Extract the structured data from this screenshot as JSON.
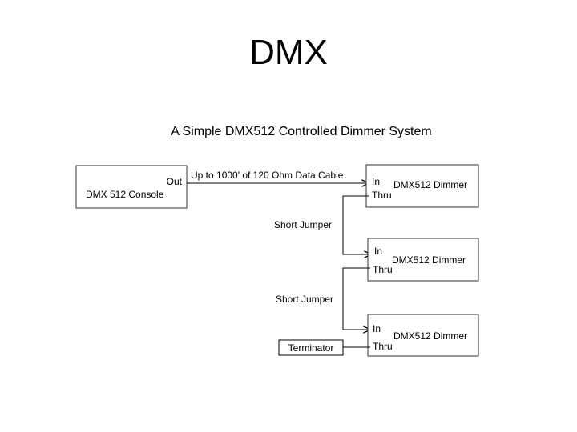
{
  "slide": {
    "title": "DMX"
  },
  "diagram": {
    "title": "A Simple DMX512 Controlled Dimmer System",
    "console": {
      "label": "DMX 512 Console",
      "out_label": "Out"
    },
    "cable_label": "Up to 1000' of 120 Ohm Data Cable",
    "dimmers": [
      {
        "label": "DMX512 Dimmer",
        "in_label": "In",
        "thru_label": "Thru"
      },
      {
        "label": "DMX512 Dimmer",
        "in_label": "In",
        "thru_label": "Thru"
      },
      {
        "label": "DMX512 Dimmer",
        "in_label": "In",
        "thru_label": "Thru"
      }
    ],
    "jumpers": [
      {
        "label": "Short Jumper"
      },
      {
        "label": "Short Jumper"
      }
    ],
    "terminator": {
      "label": "Terminator"
    },
    "colors": {
      "line": "#000000",
      "box_border": "#333333",
      "background": "#ffffff"
    }
  }
}
